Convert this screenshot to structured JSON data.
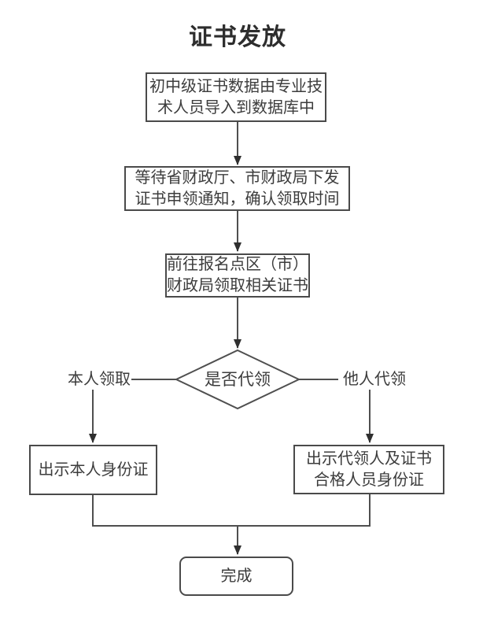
{
  "title": "证书发放",
  "flow": {
    "step1": "初中级证书数据由专业技\n术人员导入到数据库中",
    "step2": "等待省财政厅、市财政局下发\n证书申领通知，确认领取时间",
    "step3": "前往报名点区（市）\n财政局领取相关证书",
    "decision": "是否代领",
    "branch_left": "本人领取",
    "branch_right": "他人代领",
    "left_result": "出示本人身份证",
    "right_result": "出示代领人及证书\n合格人员身份证",
    "end": "完成"
  },
  "colors": {
    "background": "#ffffff",
    "line": "#4f4f4f",
    "border": "#4a4a4a",
    "text": "#3c3c3c",
    "title_text": "#2d2d2d",
    "arrowhead": "#2f2f2f"
  }
}
